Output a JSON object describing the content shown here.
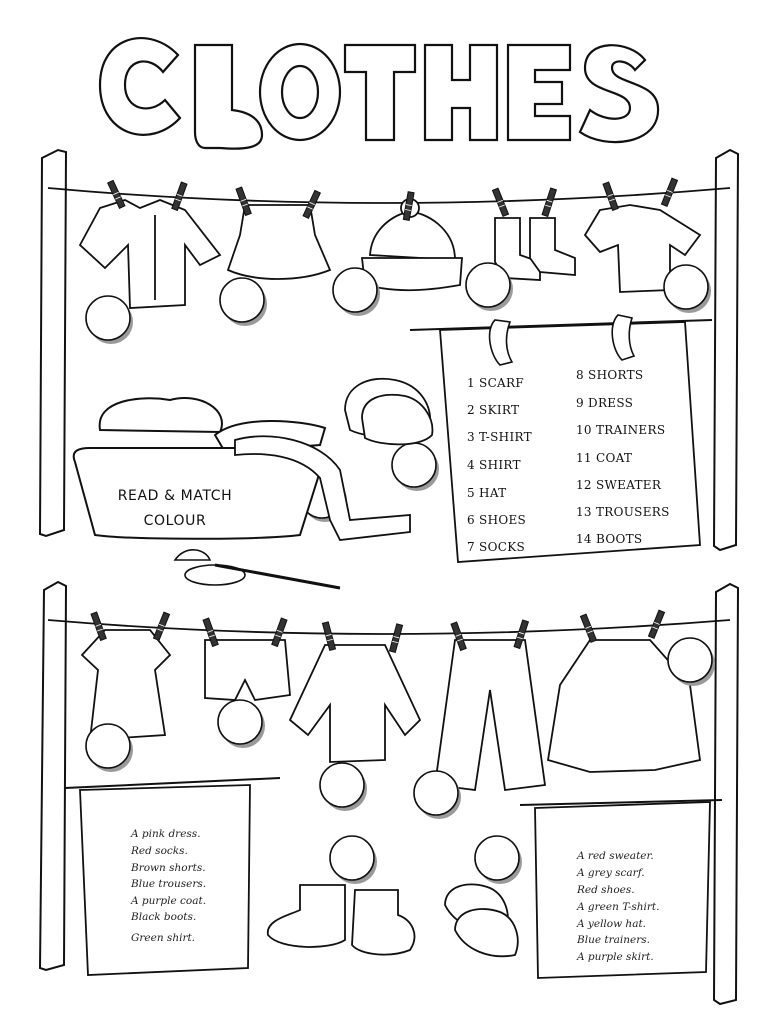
{
  "title": "CLOTHES",
  "basket_label": {
    "line1": "READ & MATCH",
    "line2": "COLOUR"
  },
  "vocabulary_left": [
    "1 SCARF",
    "2 SKIRT",
    "3 T-SHIRT",
    "4 SHIRT",
    "5 HAT",
    "6 SHOES",
    "7 SOCKS"
  ],
  "vocabulary_right": [
    "8 SHORTS",
    "9 DRESS",
    "10 TRAINERS",
    "11 COAT",
    "12 SWEATER",
    "13 TROUSERS",
    "14 BOOTS"
  ],
  "sentences_left": [
    "A pink dress.",
    "Red socks.",
    "Brown shorts.",
    "Blue trousers.",
    "A purple coat.",
    "Black boots.",
    "Green shirt."
  ],
  "sentences_right": [
    "A red sweater.",
    "A grey scarf.",
    "Red shoes.",
    "A green T-shirt.",
    "A yellow hat.",
    "Blue trainers.",
    "A purple skirt."
  ],
  "icons": {
    "clothespin": "clothespin-icon",
    "answer_circle": "answer-circle-icon"
  },
  "colors": {
    "ink": "#111111",
    "paper": "#ffffff",
    "circle_shadow": "#9a9a9a"
  }
}
